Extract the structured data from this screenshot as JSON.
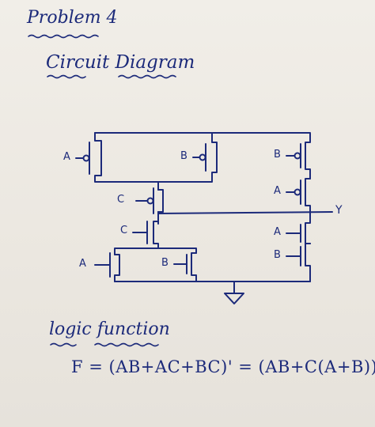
{
  "heading": "Problem 4",
  "subheading": "Circuit Diagram",
  "section_label": "logic function",
  "equation": "F = (AB+AC+BC)' = (AB+C(A+B))'",
  "diagram": {
    "pmos_labels": [
      "A",
      "B",
      "C",
      "B",
      "A"
    ],
    "nmos_labels": [
      "C",
      "A",
      "B",
      "A",
      "B"
    ],
    "output_label": "Y",
    "ground_symbol": "ground"
  }
}
